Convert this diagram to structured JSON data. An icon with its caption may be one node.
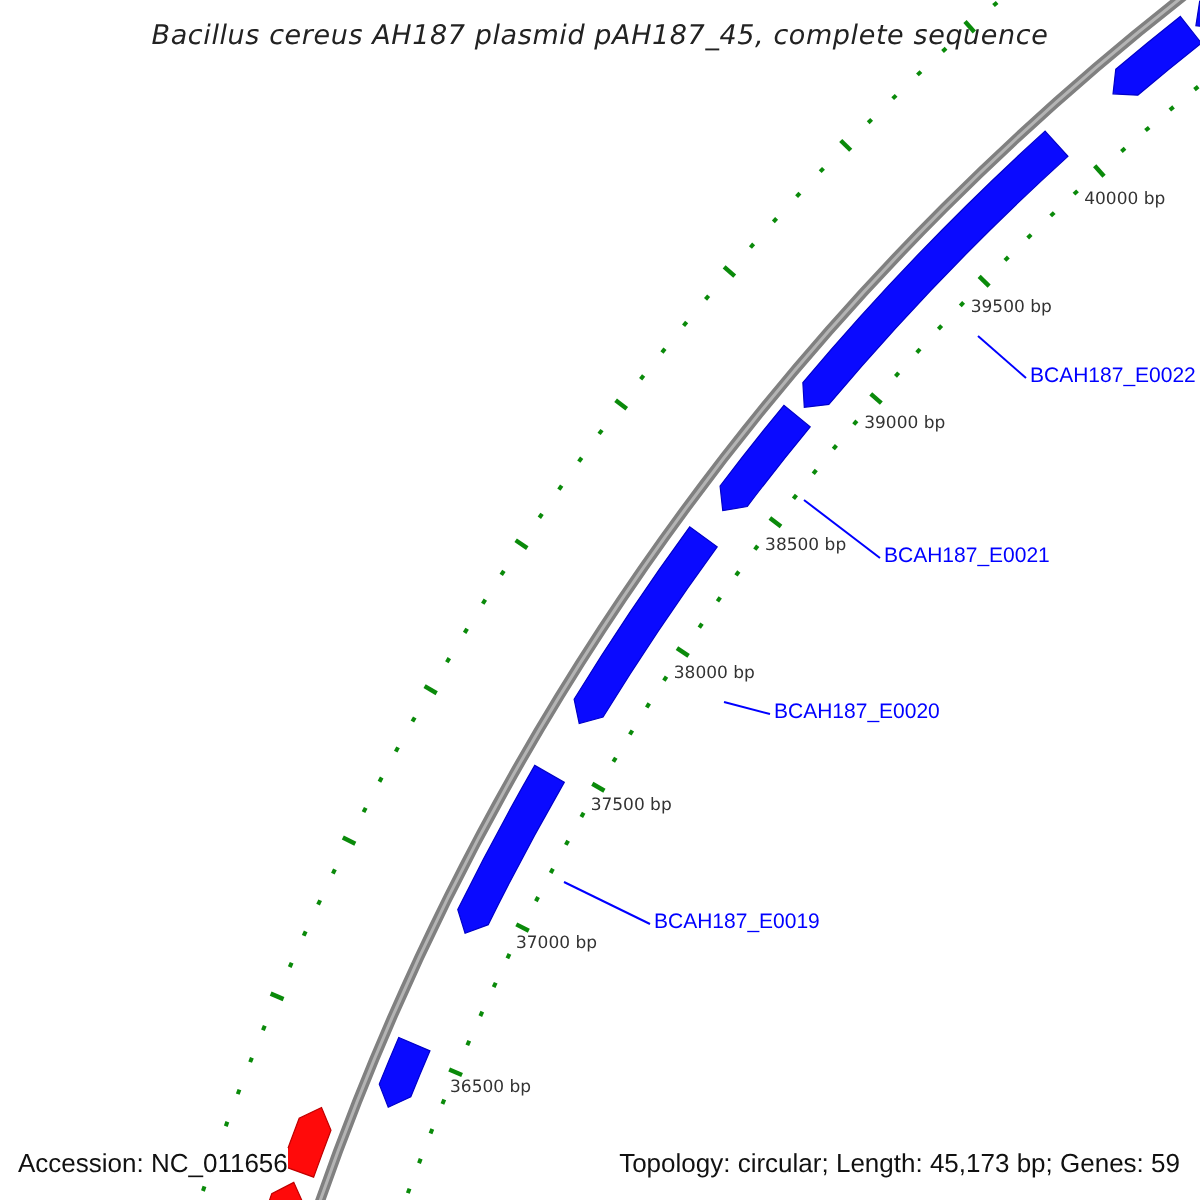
{
  "diagram": {
    "title": "Bacillus cereus AH187 plasmid pAH187_45, complete sequence",
    "nodes": [
      {
        "text": [
          "BCAH187_E0022"
        ]
      },
      {
        "text": [
          "BCAH187_E0021"
        ]
      },
      {
        "text": [
          "BCAH187_E0020"
        ]
      },
      {
        "text": [
          "BCAH187_E0019"
        ]
      }
    ],
    "edges": [
      {
        "from": 0,
        "to": null,
        "arrow": "none"
      },
      {
        "from": 1,
        "to": null,
        "arrow": "none"
      },
      {
        "from": 2,
        "to": null,
        "arrow": "none"
      },
      {
        "from": 3,
        "to": null,
        "arrow": "none"
      }
    ],
    "labels": [
      "40000 bp",
      "39500 bp",
      "39000 bp",
      "38500 bp",
      "38000 bp",
      "37500 bp",
      "37000 bp",
      "36500 bp",
      "Accession: NC_011656",
      "Topology: circular; Length: 45,173 bp; Genes: 59"
    ]
  }
}
